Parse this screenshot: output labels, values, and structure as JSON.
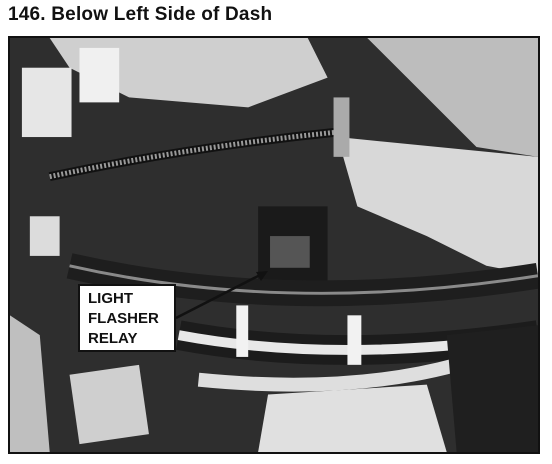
{
  "title": "146. Below Left Side of Dash",
  "callout": {
    "line1": "LIGHT",
    "line2": "FLASHER",
    "line3": "RELAY"
  }
}
